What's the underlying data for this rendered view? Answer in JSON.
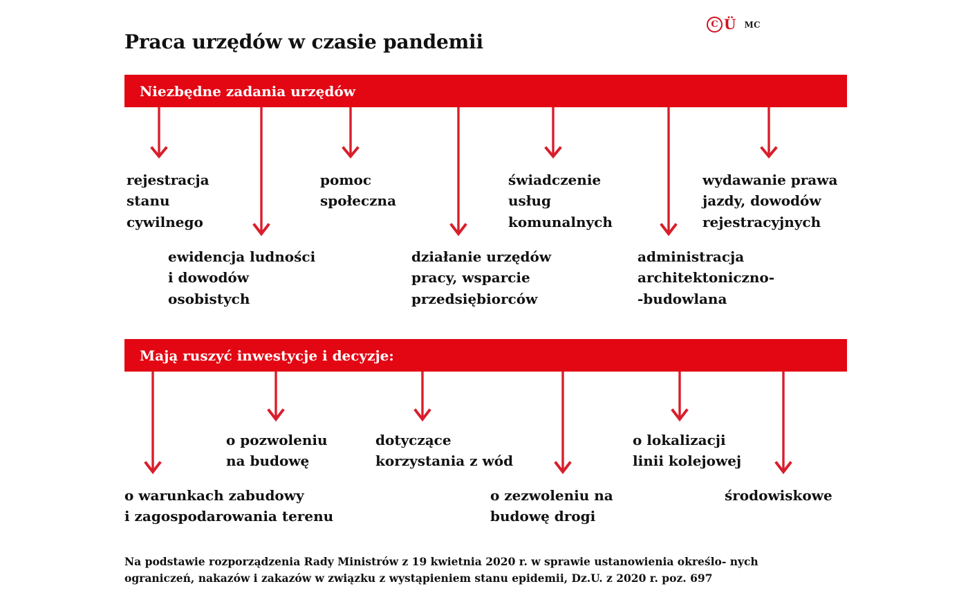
{
  "title": "Praca urzędów w czasie pandemii",
  "logo": {
    "copyright_glyph": "C",
    "mark_glyph": "Ü",
    "initials": "MC",
    "mark_color": "#d11322"
  },
  "colors": {
    "accent_red": "#e30613",
    "arrow_red": "#d81e2c",
    "text": "#111111",
    "background": "#ffffff"
  },
  "sections": [
    {
      "banner_label": "Niezbędne zadania urzędów",
      "items": [
        {
          "text": "rejestracja\nstanu\ncywilnego",
          "arrow": "short"
        },
        {
          "text": "ewidencja ludności\ni dowodów\nosobistych",
          "arrow": "long"
        },
        {
          "text": "pomoc\nspołeczna",
          "arrow": "short"
        },
        {
          "text": "działanie urzędów\npracy, wsparcie\nprzedsiębiorców",
          "arrow": "long"
        },
        {
          "text": "świadczenie\nusług\nkomunalnych",
          "arrow": "short"
        },
        {
          "text": "administracja\narchitektoniczno-\n-budowlana",
          "arrow": "long"
        },
        {
          "text": "wydawanie prawa\njazdy, dowodów\nrejestracyjnych",
          "arrow": "short"
        }
      ]
    },
    {
      "banner_label": "Mają ruszyć inwestycje i decyzje:",
      "items": [
        {
          "text": "o warunkach zabudowy\ni zagospodarowania terenu",
          "arrow": "long"
        },
        {
          "text": "o pozwoleniu\nna budowę",
          "arrow": "short"
        },
        {
          "text": "dotyczące\nkorzystania z wód",
          "arrow": "short"
        },
        {
          "text": "o zezwoleniu na\nbudowę drogi",
          "arrow": "long"
        },
        {
          "text": "o lokalizacji\nlinii kolejowej",
          "arrow": "short"
        },
        {
          "text": "środowiskowe",
          "arrow": "long"
        }
      ]
    }
  ],
  "footnote": "Na podstawie rozporządzenia Rady Ministrów z 19 kwietnia 2020 r. w sprawie ustanowienia określo- nych\nograniczeń, nakazów i zakazów w związku z wystąpieniem stanu epidemii, Dz.U. z 2020 r. poz. 697"
}
